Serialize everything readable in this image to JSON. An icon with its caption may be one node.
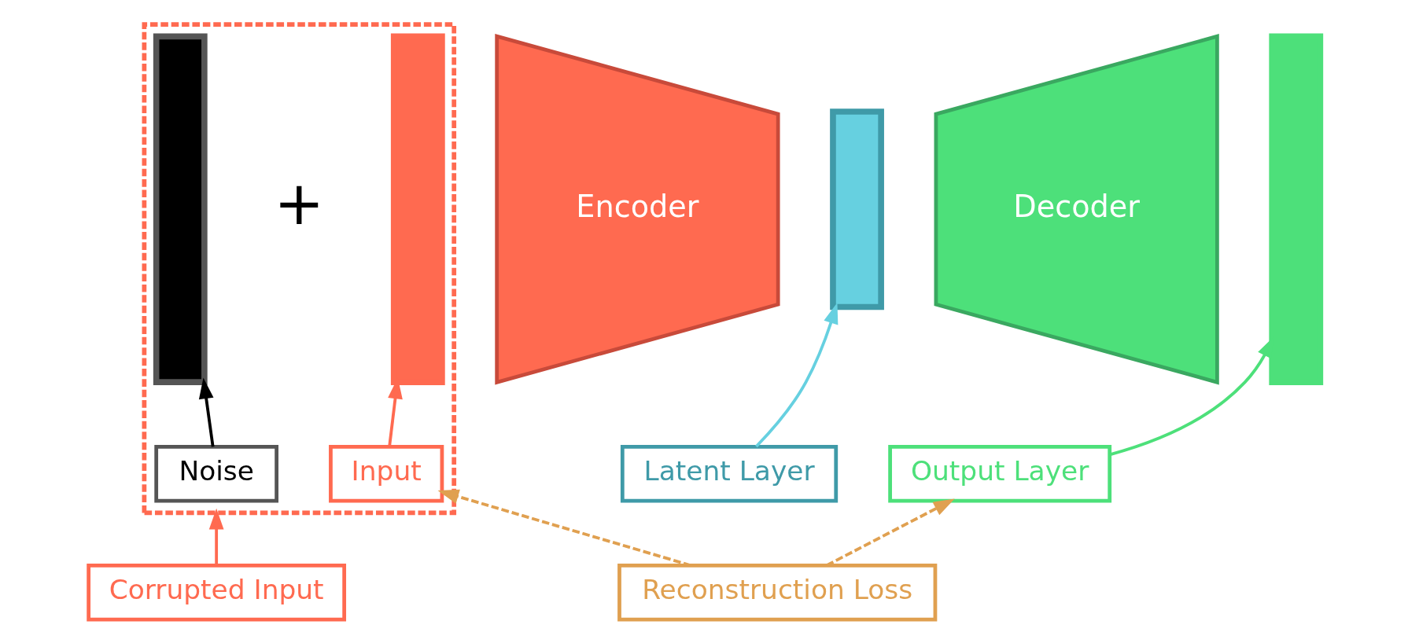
{
  "diagram": {
    "nodes": [
      {
        "text": [],
        "shape": "box"
      },
      {
        "text": [],
        "shape": "bar",
        "in": 0
      },
      {
        "text": [],
        "shape": "bar",
        "in": 0
      },
      {
        "text": [
          "Noise"
        ],
        "in": 0
      },
      {
        "text": [
          "Input"
        ],
        "in": 0
      },
      {
        "text": [
          "Encoder"
        ]
      },
      {
        "text": [],
        "shape": "bar"
      },
      {
        "text": [
          "Latent Layer"
        ]
      },
      {
        "text": [
          "Decoder"
        ]
      },
      {
        "text": [],
        "shape": "bar"
      },
      {
        "text": [
          "Output Layer"
        ]
      },
      {
        "text": [
          "Reconstruction Loss"
        ]
      },
      {
        "text": [
          "Corrupted Input"
        ]
      }
    ],
    "edges": [
      {
        "from": 3,
        "to": 1,
        "arrow": "to",
        "color": "#000000"
      },
      {
        "from": 4,
        "to": 2,
        "arrow": "to",
        "color": "#ff6a50"
      },
      {
        "from": 7,
        "to": 6,
        "arrow": "to",
        "color": "#66d0e0"
      },
      {
        "from": 10,
        "to": 9,
        "arrow": "to",
        "color": "#4de07a"
      },
      {
        "from": 12,
        "to": 0,
        "arrow": "to",
        "color": "#ff6a50"
      },
      {
        "from": 11,
        "to": 4,
        "arrow": "to",
        "style": "dashed",
        "color": "#e0a050"
      },
      {
        "from": 11,
        "to": 10,
        "arrow": "to",
        "style": "dashed",
        "color": "#e0a050"
      }
    ],
    "labels": [
      "+"
    ]
  }
}
